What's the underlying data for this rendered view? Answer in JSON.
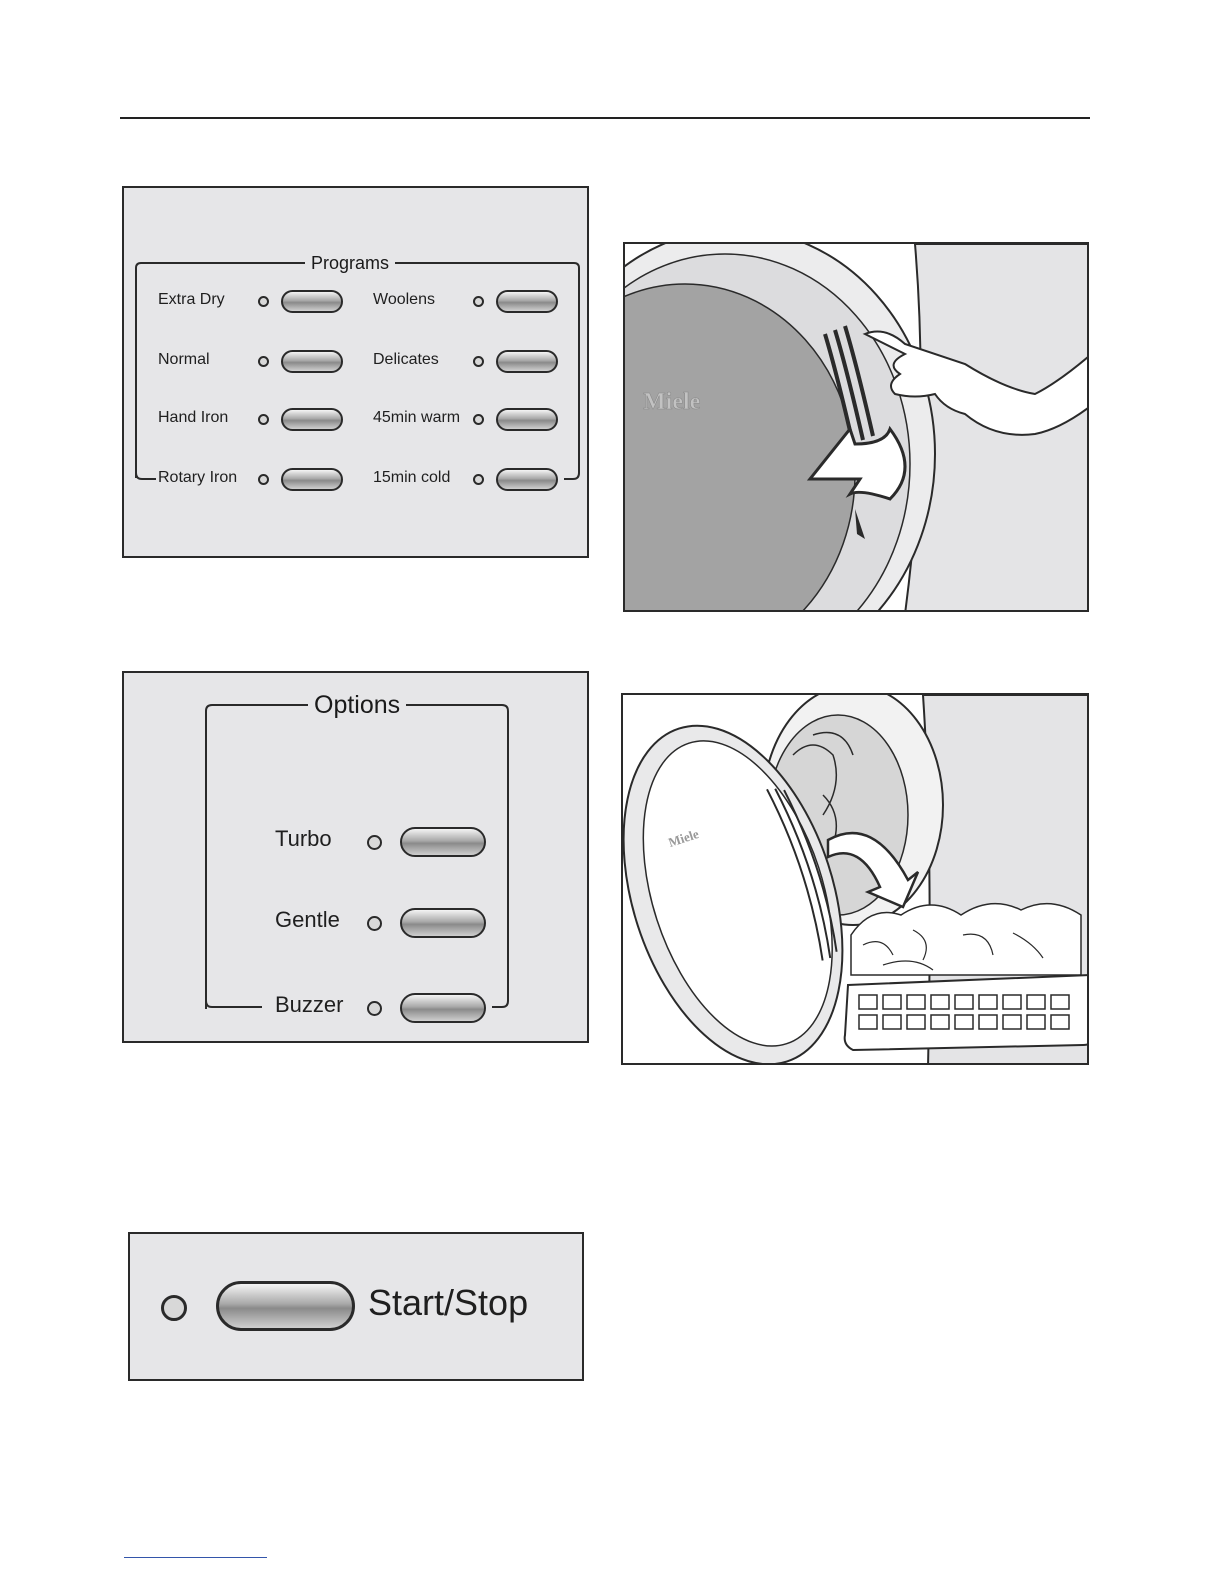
{
  "programs": {
    "title": "Programs",
    "left": [
      {
        "label": "Extra Dry"
      },
      {
        "label": "Normal"
      },
      {
        "label": "Hand Iron"
      },
      {
        "label": "Rotary Iron"
      }
    ],
    "right": [
      {
        "label": "Woolens"
      },
      {
        "label": "Delicates"
      },
      {
        "label": "45min warm"
      },
      {
        "label": "15min cold"
      }
    ]
  },
  "options": {
    "title": "Options",
    "items": [
      {
        "label": "Turbo"
      },
      {
        "label": "Gentle"
      },
      {
        "label": "Buzzer"
      }
    ]
  },
  "start_stop": {
    "label": "Start/Stop"
  },
  "illustrations": {
    "door_brand": "Miele",
    "open_door_brand": "Miele"
  },
  "colors": {
    "panel": "#e6e6e8",
    "border": "#2a2a2a",
    "drum_gray": "#a3a3a3"
  }
}
